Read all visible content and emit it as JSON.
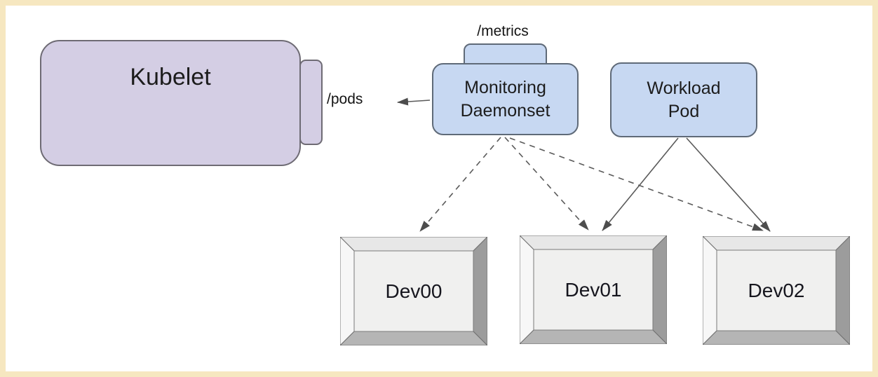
{
  "frame": {
    "border_color": "#f6e7c0",
    "background": "#ffffff"
  },
  "nodes": {
    "kubelet": {
      "label": "Kubelet",
      "fill": "#d4cee4",
      "border": "#6e6b74"
    },
    "pods_endpoint": {
      "label": "/pods"
    },
    "metrics_endpoint": {
      "label": "/metrics"
    },
    "monitoring_daemonset": {
      "lines": [
        "Monitoring",
        "Daemonset"
      ],
      "fill": "#c7d8f2",
      "border": "#5f6a78"
    },
    "workload_pod": {
      "lines": [
        "Workload",
        "Pod"
      ],
      "fill": "#c7d8f2",
      "border": "#5f6a78"
    }
  },
  "devices": [
    {
      "label": "Dev00"
    },
    {
      "label": "Dev01"
    },
    {
      "label": "Dev02"
    }
  ],
  "edges": [
    {
      "from": "monitoring-daemonset",
      "to": "kubelet-pods-endpoint",
      "style": "solid"
    },
    {
      "from": "monitoring-daemonset",
      "to": "dev00",
      "style": "dashed"
    },
    {
      "from": "monitoring-daemonset",
      "to": "dev01",
      "style": "dashed"
    },
    {
      "from": "monitoring-daemonset",
      "to": "dev02",
      "style": "dashed"
    },
    {
      "from": "workload-pod",
      "to": "dev01",
      "style": "solid"
    },
    {
      "from": "workload-pod",
      "to": "dev02",
      "style": "solid"
    }
  ]
}
